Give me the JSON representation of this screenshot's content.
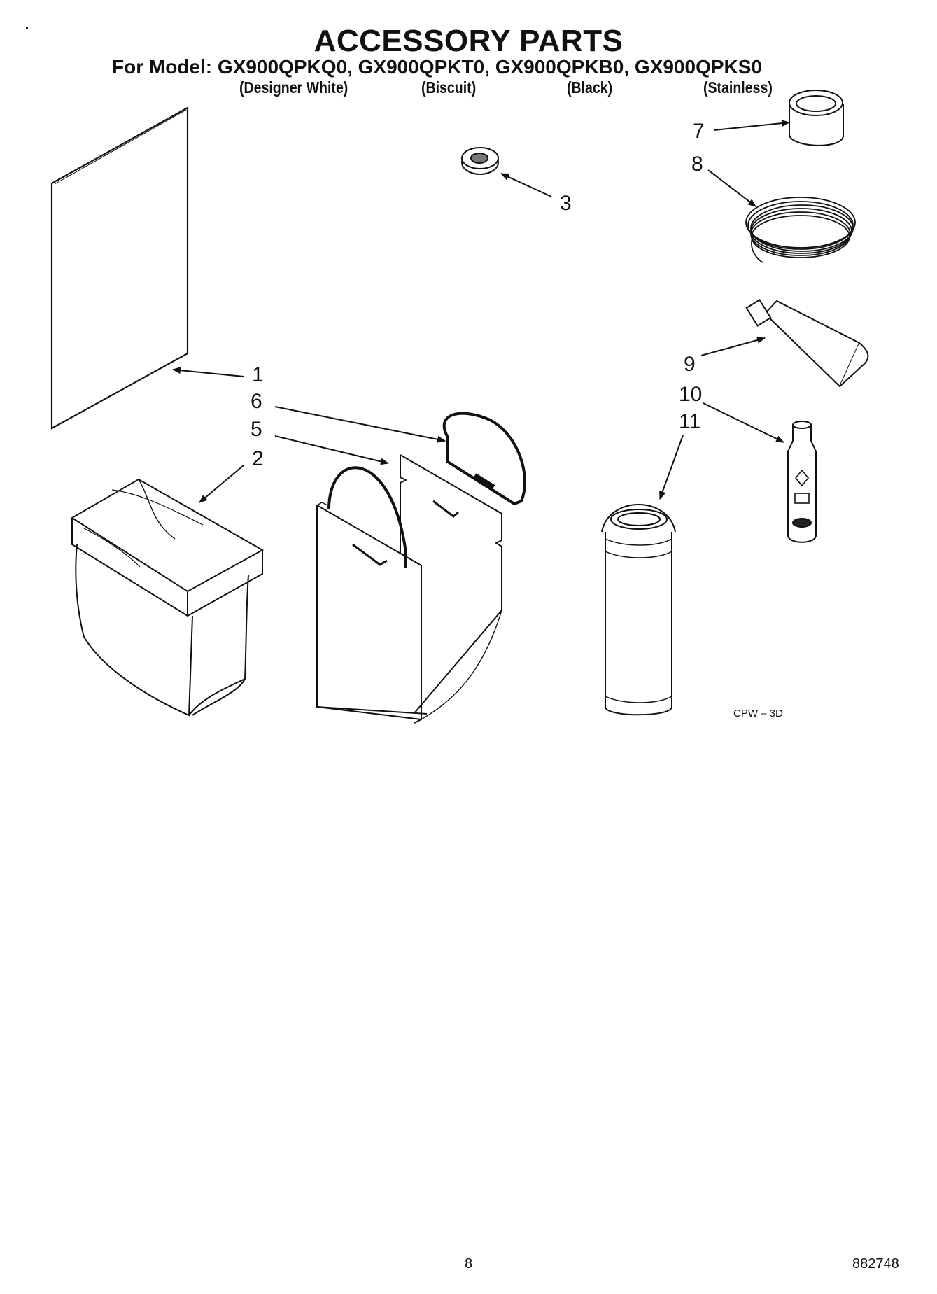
{
  "header": {
    "title": "ACCESSORY PARTS",
    "models_line": "For Model:  GX900QPKQ0, GX900QPKT0, GX900QPKB0, GX900QPKS0",
    "variants": [
      "(Designer White)",
      "(Biscuit)",
      "(Black)",
      "(Stainless)"
    ]
  },
  "callouts": [
    "1",
    "2",
    "3",
    "5",
    "6",
    "7",
    "8",
    "9",
    "10",
    "11"
  ],
  "diagram_code": "CPW – 3D",
  "footer": {
    "page_number": "8",
    "doc_number": "882748"
  }
}
